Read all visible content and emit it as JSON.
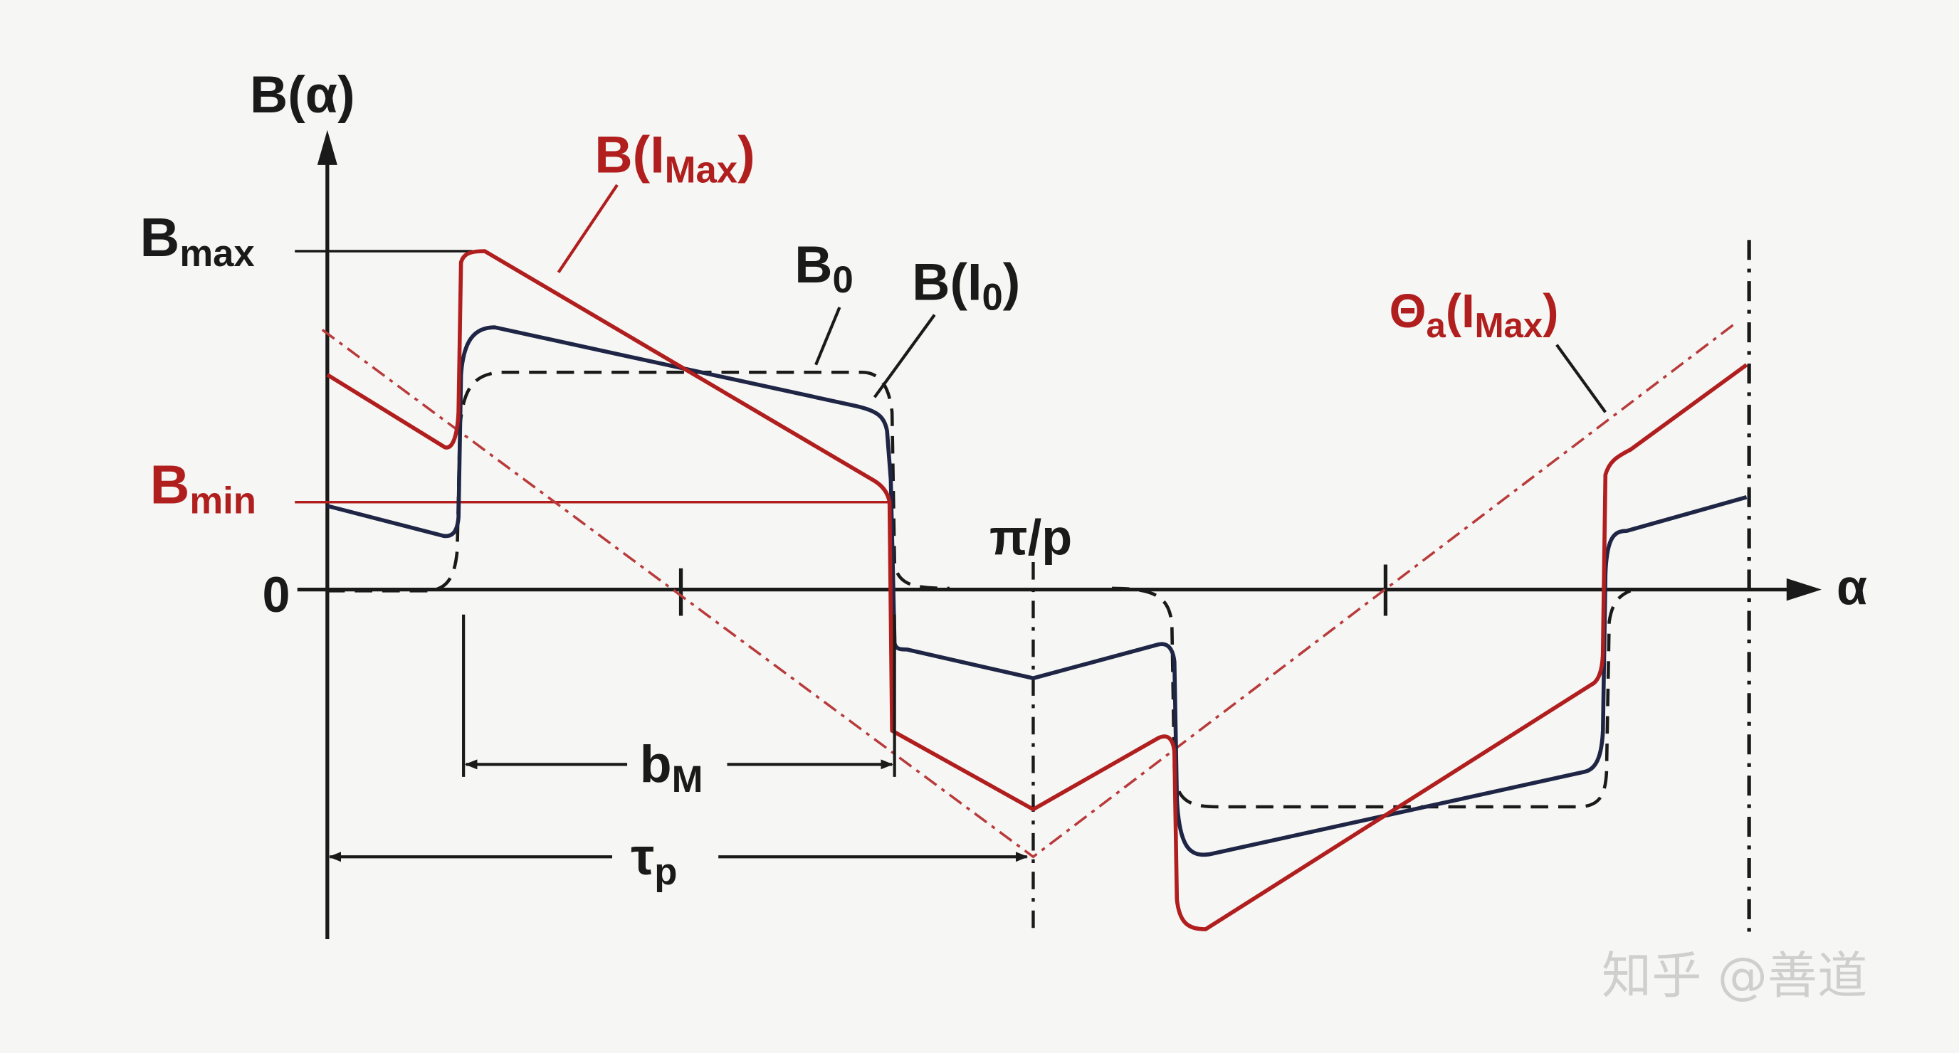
{
  "colors": {
    "background": "#f6f6f4",
    "black": "#1a1a1a",
    "red": "#b01e1e",
    "navy": "#1f2545",
    "dash_red": "#b83a3a",
    "watermark": "#cfcfcf"
  },
  "axes": {
    "y_label": "B(α)",
    "x_label": "α",
    "zero_label": "0"
  },
  "labels": {
    "bmax": {
      "main": "B",
      "sub": "max"
    },
    "bmin": {
      "main": "B",
      "sub": "min"
    },
    "pi_over_p": "π/p",
    "b_imax": {
      "main": "B(I",
      "sub": "Max",
      "tail": ")"
    },
    "b0": {
      "main": "B",
      "sub": "0"
    },
    "b_i0": {
      "main": "B(I",
      "sub": "0",
      "tail": ")"
    },
    "theta_a": {
      "main": "Θ",
      "sub": "a",
      "mid": "(I",
      "sub2": "Max",
      "tail": ")"
    },
    "bm": {
      "main": "b",
      "sub": "M"
    },
    "taup": {
      "main": "τ",
      "sub": "p"
    }
  },
  "watermark": "知乎 @善道",
  "icons": {
    "y_arrow": "arrow-up-icon",
    "x_arrow": "arrow-right-icon"
  }
}
